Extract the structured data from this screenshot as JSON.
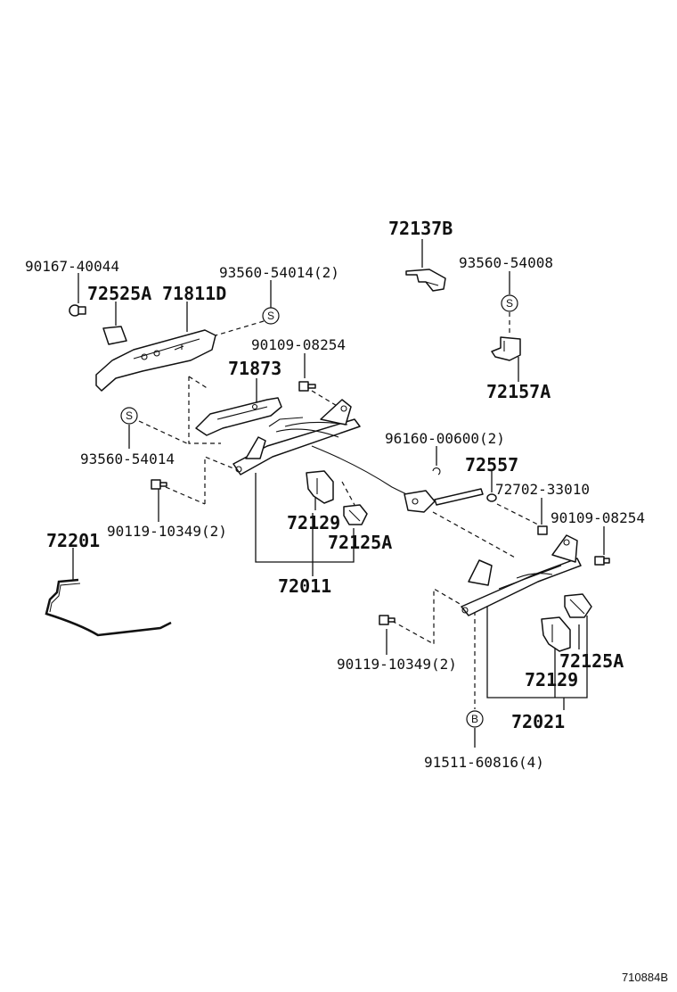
{
  "labels": {
    "p72137B": "72137B",
    "p93560_54008": "93560-54008",
    "p90167_40044": "90167-40044",
    "p93560_54014_2": "93560-54014(2)",
    "p72525A": "72525A",
    "p71811D": "71811D",
    "p90109_08254_a": "90109-08254",
    "p72157A": "72157A",
    "p71873": "71873",
    "p93560_54014": "93560-54014",
    "p96160_00600_2": "96160-00600(2)",
    "p72557": "72557",
    "p72702_33010": "72702-33010",
    "p90119_10349_2_a": "90119-10349(2)",
    "p90109_08254_b": "90109-08254",
    "p72129_a": "72129",
    "p72125A_a": "72125A",
    "p72201": "72201",
    "p72011": "72011",
    "p90119_10349_2_b": "90119-10349(2)",
    "p72125A_b": "72125A",
    "p72129_b": "72129",
    "p72021": "72021",
    "p91511_60816_4": "91511-60816(4)"
  },
  "symbols": {
    "s_mark": "S",
    "b_mark": "B"
  },
  "figure_id": "710884B"
}
